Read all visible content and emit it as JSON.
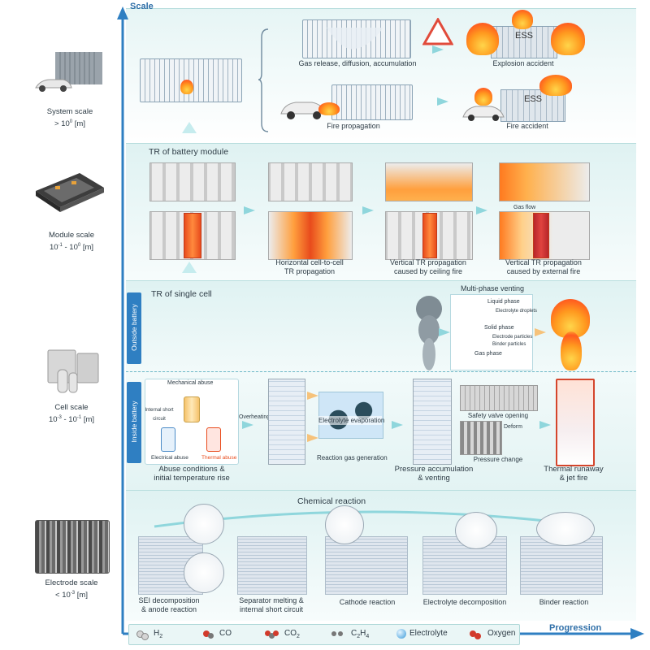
{
  "axes": {
    "y_label": "Scale",
    "x_label": "Progression"
  },
  "scales": [
    {
      "name": "System scale",
      "range": "> 10",
      "exp": "0",
      "unit": " [m]"
    },
    {
      "name": "Module scale",
      "range_a": "10",
      "exp_a": "-1",
      "range_b": " - 10",
      "exp_b": "0",
      "unit": " [m]"
    },
    {
      "name": "Cell scale",
      "range_a": "10",
      "exp_a": "-3",
      "range_b": " - 10",
      "exp_b": "-1",
      "unit": " [m]"
    },
    {
      "name": "Electrode scale",
      "range": "< 10",
      "exp": "-3",
      "unit": " [m]"
    }
  ],
  "system": {
    "gas": "Gas release, diffusion, accumulation",
    "explosion": "Explosion accident",
    "fire_prop": "Fire propagation",
    "fire_acc": "Fire accident",
    "ess": "ESS"
  },
  "module": {
    "title": "TR of battery module",
    "horizontal": "Horizontal cell-to-cell\nTR propagation",
    "ceiling": "Vertical TR propagation\ncaused by ceiling fire",
    "external": "Vertical TR propagation\ncaused by external fire",
    "gas_flow": "Gas flow"
  },
  "cell": {
    "title": "TR of single cell",
    "outside": "Outside battery",
    "inside": "Inside battery",
    "multiphase": "Multi-phase venting",
    "liquid": "Liquid phase",
    "liquid_item": "Electrolyte droplets",
    "solid": "Solid phase",
    "solid_1": "Electrode particles",
    "solid_2": "Binder particles",
    "gas": "Gas phase",
    "mech": "Mechanical abuse",
    "short": "Internal short circuit",
    "electrical": "Electrical abuse",
    "thermal": "Thermal abuse",
    "overheating": "Overheating",
    "abuse_label": "Abuse conditions &\ninitial temperature rise",
    "evap": "Electrolyte evaporation",
    "reaction_gas": "Reaction gas generation",
    "pressure": "Pressure accumulation\n& venting",
    "safety_valve": "Safety valve opening",
    "deform": "Deform",
    "pressure_change": "Pressure change",
    "thermal_runaway": "Thermal runaway\n& jet fire"
  },
  "electrode": {
    "title": "Chemical reaction",
    "sei": "SEI decomposition\n& anode reaction",
    "separator": "Separator melting &\ninternal short circuit",
    "cathode": "Cathode reaction",
    "electrolyte": "Electrolyte decomposition",
    "binder": "Binder reaction"
  },
  "legend": {
    "h2": "H",
    "h2_sub": "2",
    "co": "CO",
    "co2": "CO",
    "co2_sub": "2",
    "c2h4": "C",
    "c2h4_sub1": "2",
    "c2h4_mid": "H",
    "c2h4_sub2": "4",
    "electrolyte": "Electrolyte",
    "oxygen": "Oxygen"
  },
  "colors": {
    "axis": "#2f7fc2",
    "band": "#e6f5f5",
    "flame": "#ff7a1f",
    "accent": "#8fd6dc"
  }
}
